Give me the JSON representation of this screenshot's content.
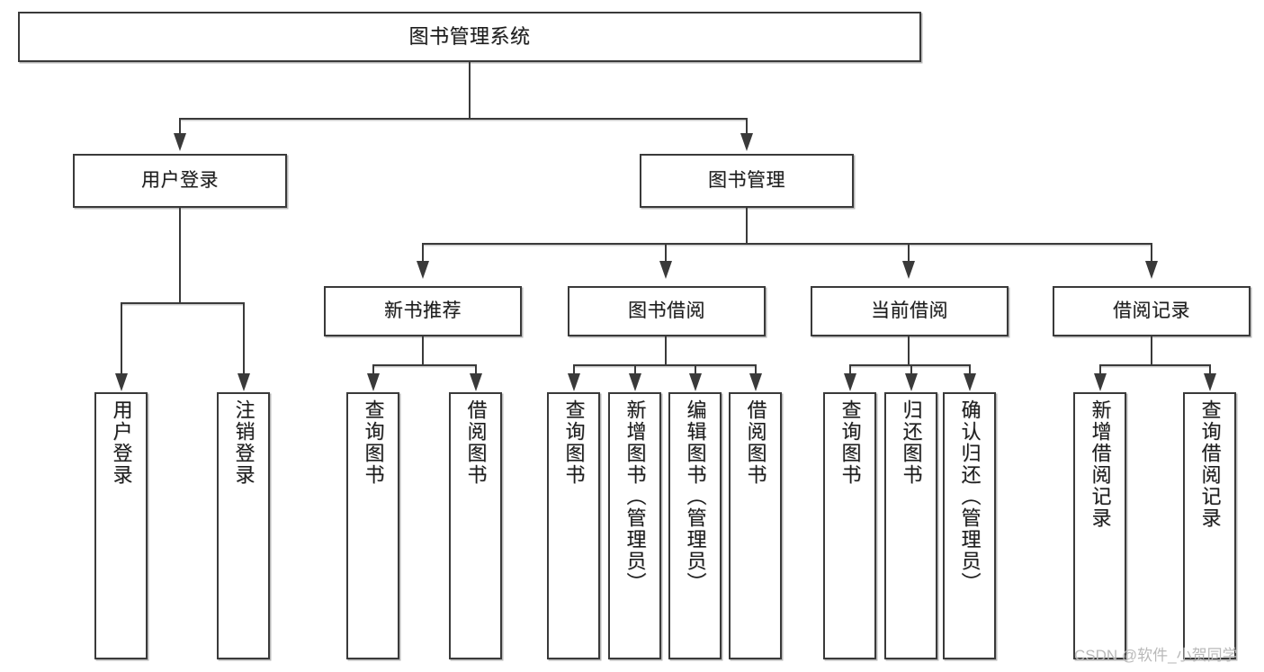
{
  "diagram": {
    "type": "tree",
    "title": "图书管理系统",
    "root": {
      "label": "图书管理系统"
    },
    "level2": [
      {
        "label": "用户登录"
      },
      {
        "label": "图书管理"
      }
    ],
    "level3": [
      {
        "label": "新书推荐"
      },
      {
        "label": "图书借阅"
      },
      {
        "label": "当前借阅"
      },
      {
        "label": "借阅记录"
      }
    ],
    "leaves": {
      "user_login": [
        {
          "label": "用户登录"
        },
        {
          "label": "注销登录"
        }
      ],
      "new_book_recommend": [
        {
          "label": "查询图书"
        },
        {
          "label": "借阅图书"
        }
      ],
      "book_borrow": [
        {
          "label": "查询图书"
        },
        {
          "label": "新增图书（管理员）"
        },
        {
          "label": "编辑图书（管理员）"
        },
        {
          "label": "借阅图书"
        }
      ],
      "current_borrow": [
        {
          "label": "查询图书"
        },
        {
          "label": "归还图书"
        },
        {
          "label": "确认归还（管理员）"
        }
      ],
      "borrow_record": [
        {
          "label": "新增借阅记录"
        },
        {
          "label": "查询借阅记录"
        }
      ]
    }
  },
  "watermark": {
    "text": "CSDN @软件_小贺同学"
  },
  "colors": {
    "border": "#3a3a3a",
    "background": "#ffffff",
    "text": "#1d1d1d",
    "watermark": "#b9b9b9"
  }
}
